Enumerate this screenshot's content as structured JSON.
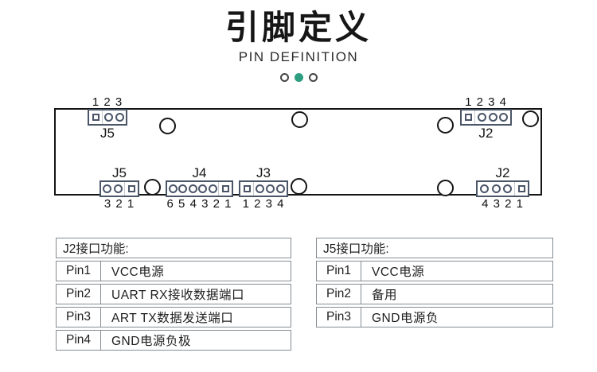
{
  "header": {
    "title": "引脚定义",
    "subtitle": "PIN DEFINITION",
    "accent_color": "#2e9e80"
  },
  "board": {
    "connector_color": "#4a5568",
    "top_connectors": [
      {
        "label": "J5",
        "pin_numbers": "1 2 3"
      },
      {
        "label": "J2",
        "pin_numbers": "1 2 3 4"
      }
    ],
    "bottom_connectors": [
      {
        "label": "J5",
        "pin_numbers": "3 2 1"
      },
      {
        "label": "J4",
        "pin_numbers": "6 5 4 3 2 1"
      },
      {
        "label": "J3",
        "pin_numbers": "1 2 3 4"
      },
      {
        "label": "J2",
        "pin_numbers": "4 3 2 1"
      }
    ]
  },
  "tables": [
    {
      "title": "J2接口功能:",
      "rows": [
        {
          "pin": "Pin1",
          "desc": "VCC电源"
        },
        {
          "pin": "Pin2",
          "desc": "UART RX接收数据端口"
        },
        {
          "pin": "Pin3",
          "desc": "ART TX数据发送端口"
        },
        {
          "pin": "Pin4",
          "desc": "GND电源负极"
        }
      ]
    },
    {
      "title": "J5接口功能:",
      "rows": [
        {
          "pin": "Pin1",
          "desc": "VCC电源"
        },
        {
          "pin": "Pin2",
          "desc": "备用"
        },
        {
          "pin": "Pin3",
          "desc": "GND电源负"
        }
      ]
    }
  ]
}
